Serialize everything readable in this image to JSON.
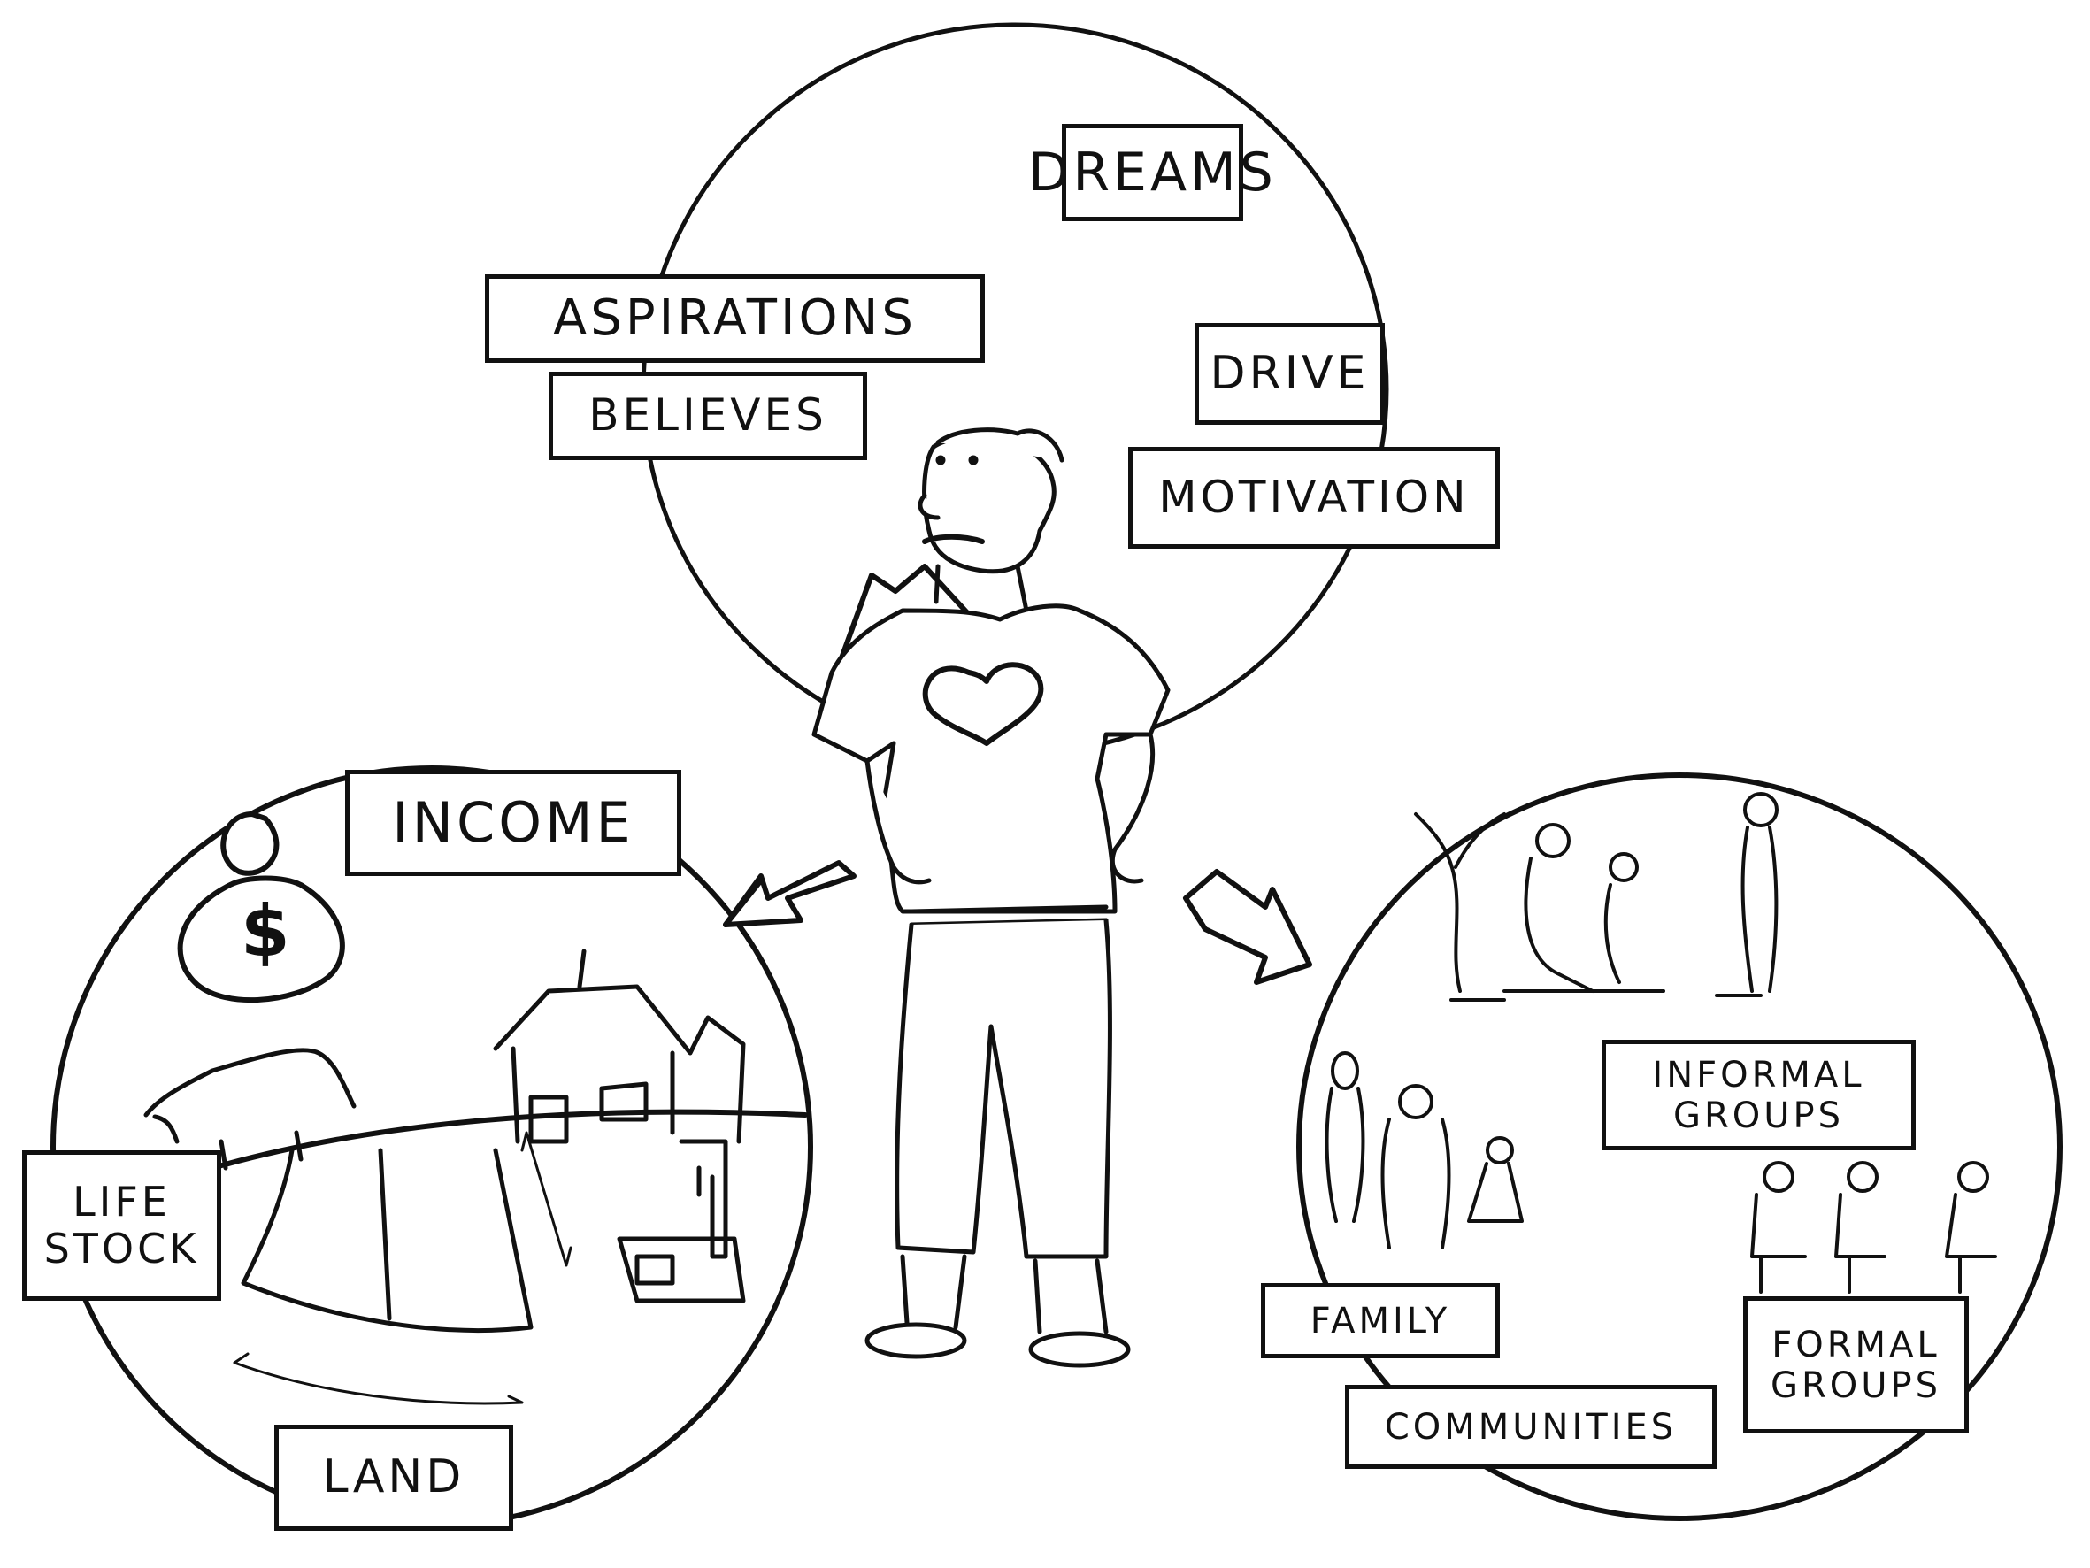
{
  "diagram": {
    "type": "hand-drawn sketch / concept map",
    "center": {
      "figure": "standing man with heart on shirt, hands on hips",
      "shirt_symbol": "heart"
    },
    "top_circle": {
      "theme": "inner self",
      "labels": [
        "DREAMS",
        "ASPIRATIONS",
        "BELIEVES",
        "DRIVE",
        "MOTIVATION"
      ]
    },
    "left_circle": {
      "theme": "livelihood assets",
      "labels": [
        "INCOME",
        "LIFE\nSTOCK",
        "LAND"
      ],
      "illustrations": [
        "money-bag",
        "cow",
        "house",
        "crop-field",
        "water-pump"
      ]
    },
    "right_circle": {
      "theme": "social relations",
      "labels": [
        "INFORMAL\nGROUPS",
        "FAMILY",
        "FORMAL\nGROUPS",
        "COMMUNITIES"
      ],
      "illustrations": [
        "people-under-tree",
        "family-group",
        "people-seated-in-chairs"
      ]
    },
    "arrows": [
      {
        "from": "man",
        "to": "top_circle",
        "direction": "up-left"
      },
      {
        "from": "man",
        "to": "left_circle",
        "direction": "down-left"
      },
      {
        "from": "man",
        "to": "right_circle",
        "direction": "down-right"
      }
    ],
    "colors": {
      "ink": "#111111",
      "background": "#ffffff"
    }
  },
  "labels": {
    "dreams": "DREAMS",
    "aspirations": "ASPIRATIONS",
    "believes": "BELIEVES",
    "drive": "DRIVE",
    "motivation": "MOTIVATION",
    "income": "INCOME",
    "lifestock": "LIFE\nSTOCK",
    "land": "LAND",
    "informal_groups": "INFORMAL\nGROUPS",
    "family": "FAMILY",
    "formal_groups": "FORMAL\nGROUPS",
    "communities": "COMMUNITIES",
    "money_symbol": "$"
  }
}
